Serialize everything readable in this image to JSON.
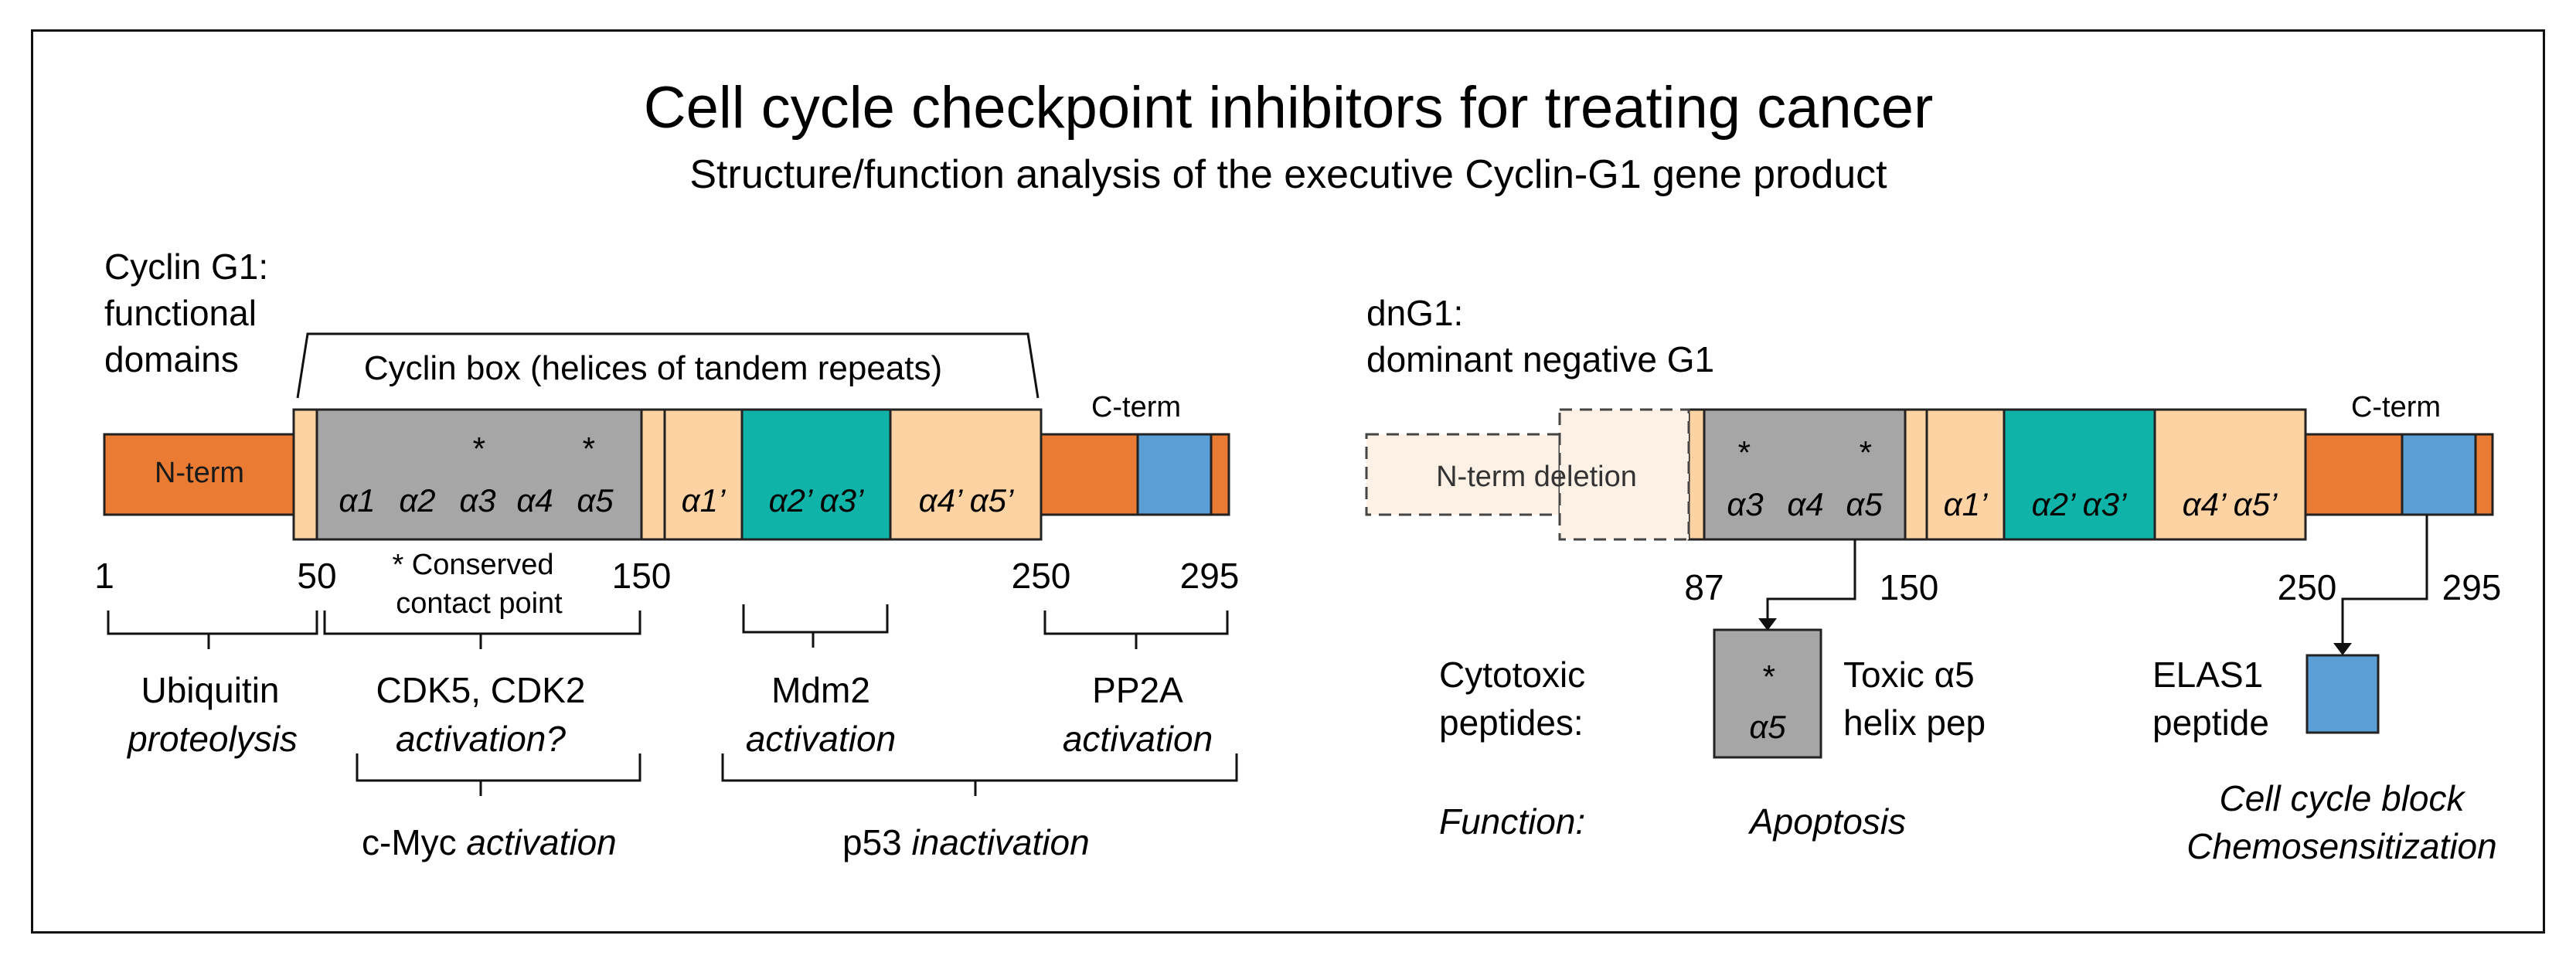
{
  "title": "Cell cycle checkpoint inhibitors for treating cancer",
  "subtitle": "Structure/function analysis of the executive Cyclin-G1 gene product",
  "colors": {
    "nterm": "#e97b33",
    "peach": "#fdd3a3",
    "grey": "#a6a6a6",
    "teal": "#0fb3a8",
    "blue": "#5a9fd6",
    "border": "#222222",
    "deletion_fill": "#fdf0e4"
  },
  "left": {
    "heading": [
      "Cyclin G1:",
      "functional",
      "domains"
    ],
    "cyclin_box_label": "Cyclin box (helices of tandem repeats)",
    "cterm_label": "C-term",
    "nterm_label": "N-term",
    "helices_a": [
      "α1",
      "α2",
      "α3",
      "α4",
      "α5"
    ],
    "helices_b": [
      "α1’",
      "α2’ α3’",
      "α4’ α5’"
    ],
    "star": "*",
    "conserved_note": [
      "* Conserved",
      "contact point"
    ],
    "positions": [
      "1",
      "50",
      "150",
      "250",
      "295"
    ],
    "functions": {
      "ubiquitin": [
        "Ubiquitin",
        "proteolysis"
      ],
      "cdk": [
        "CDK5, CDK2",
        "activation?"
      ],
      "mdm2": [
        "Mdm2",
        "activation"
      ],
      "pp2a": [
        "PP2A",
        "activation"
      ],
      "cmyc": [
        "c-Myc",
        "activation"
      ],
      "p53": [
        "p53",
        "inactivation"
      ]
    }
  },
  "right": {
    "heading": [
      "dnG1:",
      "dominant negative G1"
    ],
    "nterm_deletion_label": "N-term deletion",
    "cterm_label": "C-term",
    "helices_a": [
      "α3",
      "α4",
      "α5"
    ],
    "helices_b": [
      "α1’",
      "α2’ α3’",
      "α4’ α5’"
    ],
    "positions": [
      "87",
      "150",
      "250",
      "295"
    ],
    "cytotoxic_label": [
      "Cytotoxic",
      "peptides:"
    ],
    "toxic_box_label": "α5",
    "toxic_label": [
      "Toxic α5",
      "helix pep"
    ],
    "elas_label": [
      "ELAS1",
      "peptide"
    ],
    "function_label": "Function:",
    "apoptosis": "Apoptosis",
    "cell_cycle": [
      "Cell cycle block",
      "Chemosensitization"
    ]
  }
}
